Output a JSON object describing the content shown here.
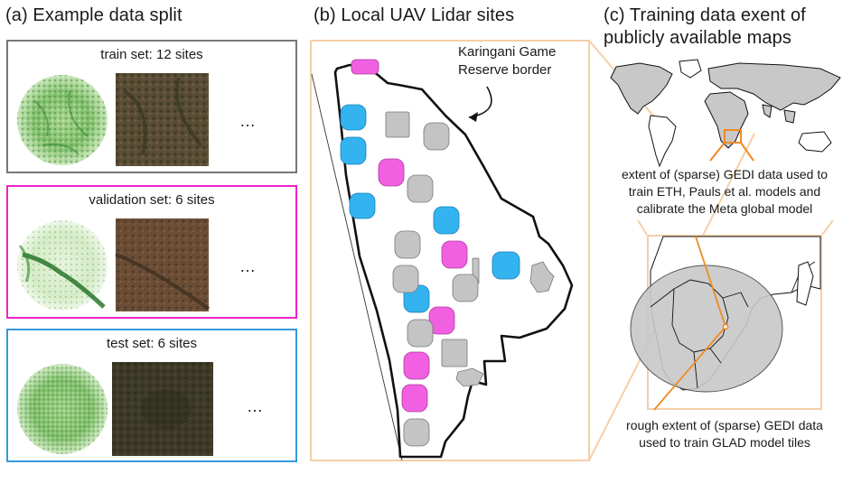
{
  "panel_a": {
    "heading": "(a) Example data split",
    "sets": [
      {
        "label": "train set: 12 sites",
        "ellipsis": "…",
        "color": "#777777"
      },
      {
        "label": "validation set: 6 sites",
        "ellipsis": "…",
        "color": "#ee22cc"
      },
      {
        "label": "test set: 6 sites",
        "ellipsis": "…",
        "color": "#3399dd"
      }
    ]
  },
  "panel_b": {
    "heading": "(b) Local UAV Lidar sites",
    "border_annotation_line1": "Karingani Game",
    "border_annotation_line2": "Reserve border"
  },
  "panel_c": {
    "heading_line1": "(c) Training data exent of",
    "heading_line2": "publicly available maps",
    "gedi_note_line1": "extent of (sparse) GEDI data used to",
    "gedi_note_line2": "train ETH, Pauls et al. models and",
    "gedi_note_line3": "calibrate the Meta global model",
    "glad_note_line1": "rough extent of (sparse) GEDI data",
    "glad_note_line2": "used to train GLAD model tiles"
  },
  "colors": {
    "zoom_frame": "#f5cfa8",
    "orange_box": "#f08a24",
    "train": "#777777",
    "validation": "#ee22cc",
    "test": "#3399dd",
    "site_gray": "#c4c4c4",
    "site_magenta": "#f060e0",
    "site_blue": "#33b4f0"
  }
}
